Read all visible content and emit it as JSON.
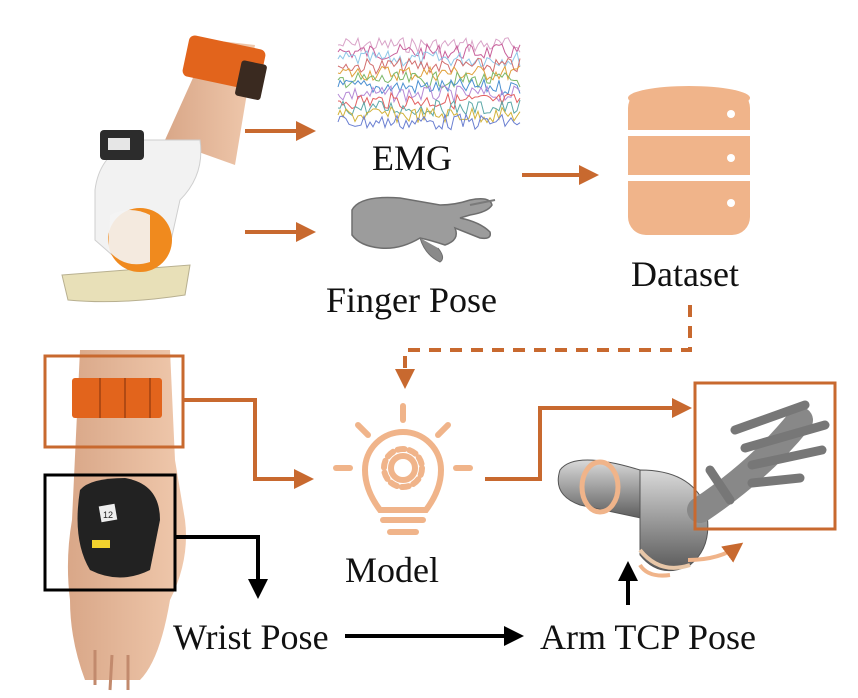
{
  "labels": {
    "emg": "EMG",
    "finger_pose": "Finger Pose",
    "dataset": "Dataset",
    "model": "Model",
    "wrist_pose": "Wrist Pose",
    "arm_tcp_pose": "Arm TCP Pose"
  },
  "tracker_tag": "12",
  "colors": {
    "flow_orange": "#c8692f",
    "dataset_icon": "#f0b48a",
    "model_icon": "#f0b48a",
    "black_arrow": "#000000",
    "band_orange": "#e2641c"
  }
}
